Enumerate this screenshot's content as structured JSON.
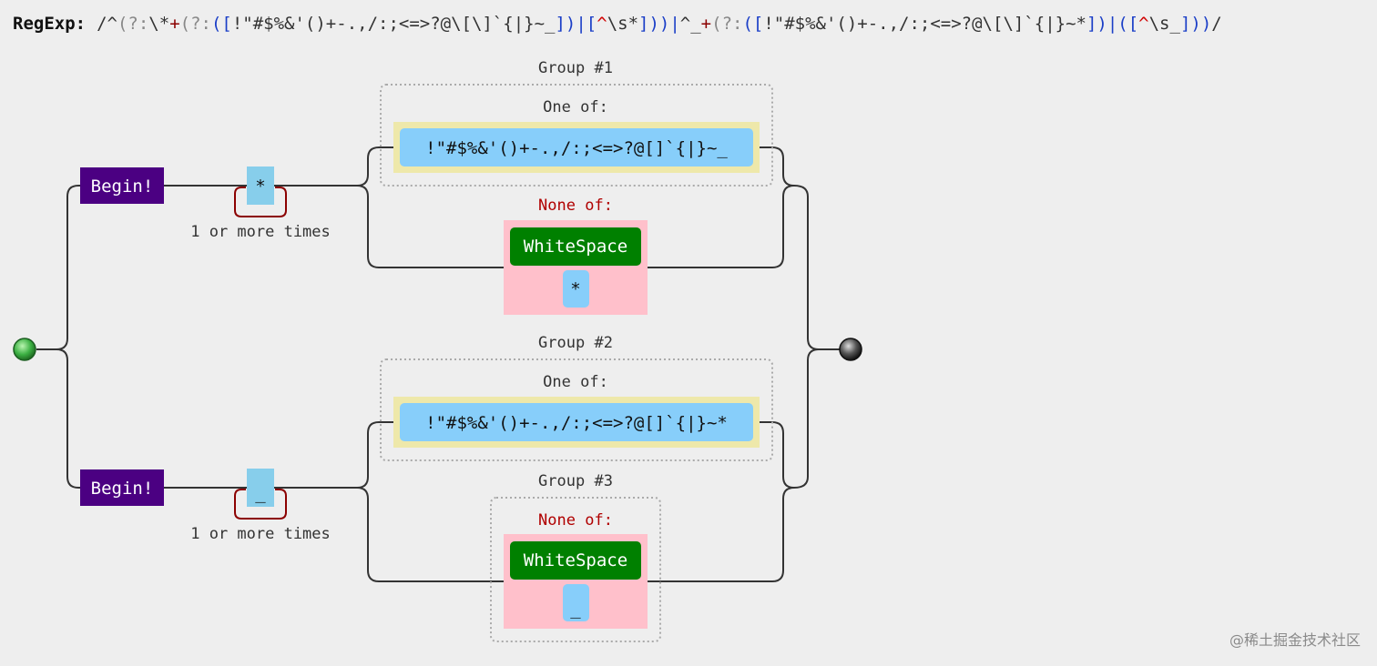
{
  "header": {
    "label": "RegExp:",
    "tokens": [
      {
        "t": "/^",
        "c": "#333333"
      },
      {
        "t": "(?:",
        "c": "#888888"
      },
      {
        "t": "\\*",
        "c": "#333333"
      },
      {
        "t": "+",
        "c": "#8b0000"
      },
      {
        "t": "(?:",
        "c": "#888888"
      },
      {
        "t": "([",
        "c": "#1a3ec7"
      },
      {
        "t": "!\"#$%&'()+-.,/:;<=>?@\\[\\]`{|}~_",
        "c": "#333333"
      },
      {
        "t": "])|[",
        "c": "#1a3ec7"
      },
      {
        "t": "^",
        "c": "#d00000"
      },
      {
        "t": "\\s*",
        "c": "#333333"
      },
      {
        "t": "]))|",
        "c": "#1a3ec7"
      },
      {
        "t": "^_",
        "c": "#333333"
      },
      {
        "t": "+",
        "c": "#8b0000"
      },
      {
        "t": "(?:",
        "c": "#888888"
      },
      {
        "t": "([",
        "c": "#1a3ec7"
      },
      {
        "t": "!\"#$%&'()+-.,/:;<=>?@\\[\\]`{|}~*",
        "c": "#333333"
      },
      {
        "t": "])|([",
        "c": "#1a3ec7"
      },
      {
        "t": "^",
        "c": "#d00000"
      },
      {
        "t": "\\s_",
        "c": "#333333"
      },
      {
        "t": "]))",
        "c": "#1a3ec7"
      },
      {
        "t": "/",
        "c": "#333333"
      }
    ]
  },
  "diagram": {
    "begin_label": "Begin!",
    "repeat_label": "1 or more times",
    "one_of_label": "One of:",
    "none_of_label": "None of:",
    "whitespace_label": "WhiteSpace",
    "group1_label": "Group #1",
    "group2_label": "Group #2",
    "group3_label": "Group #3",
    "branch1_char": "*",
    "branch2_char": "_",
    "set1_chars": "!\"#$%&'()+-.,/:;<=>?@[]`{|}~_",
    "set2_chars": "!\"#$%&'()+-.,/:;<=>?@[]`{|}~*",
    "neg1_char": "*",
    "neg2_char": "_"
  },
  "watermark": "@稀土掘金技术社区",
  "colors": {
    "begin": "#4b0082",
    "char_box": "#87ceeb",
    "set_box": "#eee8aa",
    "set_inner": "#87cefa",
    "negation": "#ffc0cb",
    "whitespace": "#008000",
    "repeat_loop": "#8b0000",
    "none_of_text": "#b00000",
    "line": "#333333",
    "start_dot": "#3cb043",
    "end_dot": "#333333"
  }
}
